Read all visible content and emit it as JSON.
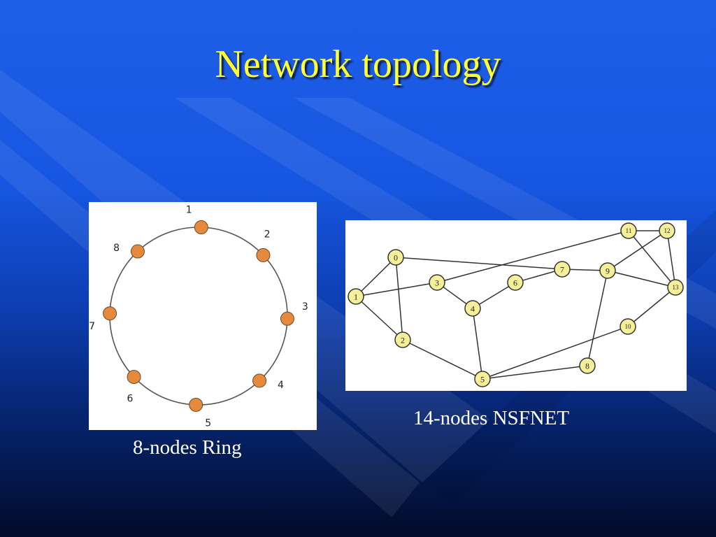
{
  "slide": {
    "title": "Network topology"
  },
  "ring": {
    "caption": "8-nodes Ring",
    "node_color": "#e58a3c",
    "nodes": [
      {
        "id": "1",
        "label": "1"
      },
      {
        "id": "2",
        "label": "2"
      },
      {
        "id": "3",
        "label": "3"
      },
      {
        "id": "4",
        "label": "4"
      },
      {
        "id": "5",
        "label": "5"
      },
      {
        "id": "6",
        "label": "6"
      },
      {
        "id": "7",
        "label": "7"
      },
      {
        "id": "8",
        "label": "8"
      }
    ]
  },
  "nsfnet": {
    "caption": "14-nodes NSFNET",
    "node_color": "#f5ef9a",
    "nodes": [
      {
        "id": "0",
        "label": "0"
      },
      {
        "id": "1",
        "label": "1"
      },
      {
        "id": "2",
        "label": "2"
      },
      {
        "id": "3",
        "label": "3"
      },
      {
        "id": "4",
        "label": "4"
      },
      {
        "id": "5",
        "label": "5"
      },
      {
        "id": "6",
        "label": "6"
      },
      {
        "id": "7",
        "label": "7"
      },
      {
        "id": "8",
        "label": "8"
      },
      {
        "id": "9",
        "label": "9"
      },
      {
        "id": "10",
        "label": "10"
      },
      {
        "id": "11",
        "label": "11"
      },
      {
        "id": "12",
        "label": "12"
      },
      {
        "id": "13",
        "label": "13"
      }
    ],
    "edges": [
      [
        "0",
        "1"
      ],
      [
        "0",
        "2"
      ],
      [
        "0",
        "7"
      ],
      [
        "1",
        "2"
      ],
      [
        "1",
        "3"
      ],
      [
        "2",
        "5"
      ],
      [
        "3",
        "4"
      ],
      [
        "3",
        "11"
      ],
      [
        "4",
        "5"
      ],
      [
        "4",
        "6"
      ],
      [
        "5",
        "8"
      ],
      [
        "5",
        "10"
      ],
      [
        "6",
        "7"
      ],
      [
        "7",
        "9"
      ],
      [
        "8",
        "9"
      ],
      [
        "9",
        "12"
      ],
      [
        "9",
        "13"
      ],
      [
        "10",
        "13"
      ],
      [
        "11",
        "12"
      ],
      [
        "11",
        "13"
      ],
      [
        "12",
        "13"
      ]
    ]
  }
}
